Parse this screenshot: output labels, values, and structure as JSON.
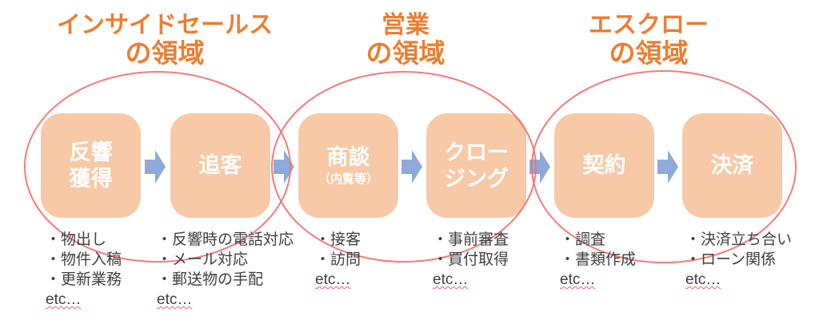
{
  "diagram": {
    "regions": [
      {
        "line1": "インサイドセールス",
        "line2": "の領域"
      },
      {
        "line1": "営業",
        "line2": "の領域"
      },
      {
        "line1": "エスクロー",
        "line2": "の領域"
      }
    ],
    "steps": [
      {
        "title_lines": [
          "反響",
          "獲得"
        ],
        "tasks": [
          "・物出し",
          "・物件入稿",
          "・更新業務"
        ],
        "etc": "etc…"
      },
      {
        "title_lines": [
          "追客"
        ],
        "tasks": [
          "・反響時の電話対応",
          "・メール対応",
          "・郵送物の手配"
        ],
        "etc": "etc…"
      },
      {
        "title_lines": [
          "商談"
        ],
        "subtitle": "（内覧等）",
        "tasks": [
          "・接客",
          "・訪問"
        ],
        "etc": "etc…"
      },
      {
        "title_lines": [
          "クロー",
          "ジング"
        ],
        "tasks": [
          "・事前審査",
          "・買付取得"
        ],
        "etc": "etc…"
      },
      {
        "title_lines": [
          "契約"
        ],
        "tasks": [
          "・調査",
          "・書類作成"
        ],
        "etc": "etc…"
      },
      {
        "title_lines": [
          "決済"
        ],
        "tasks": [
          "・決済立ち合い",
          "・ローン関係"
        ],
        "etc": "etc…"
      }
    ],
    "colors": {
      "region_label_orange": "#ED7D31",
      "step_box_fill": "#F7C9A7",
      "step_box_text": "#FFFFFF",
      "arrow_blue": "#8EAADB",
      "ellipse_red": "#F86A6A",
      "task_text": "#404040",
      "etc_squiggle_red": "#E86060"
    }
  }
}
